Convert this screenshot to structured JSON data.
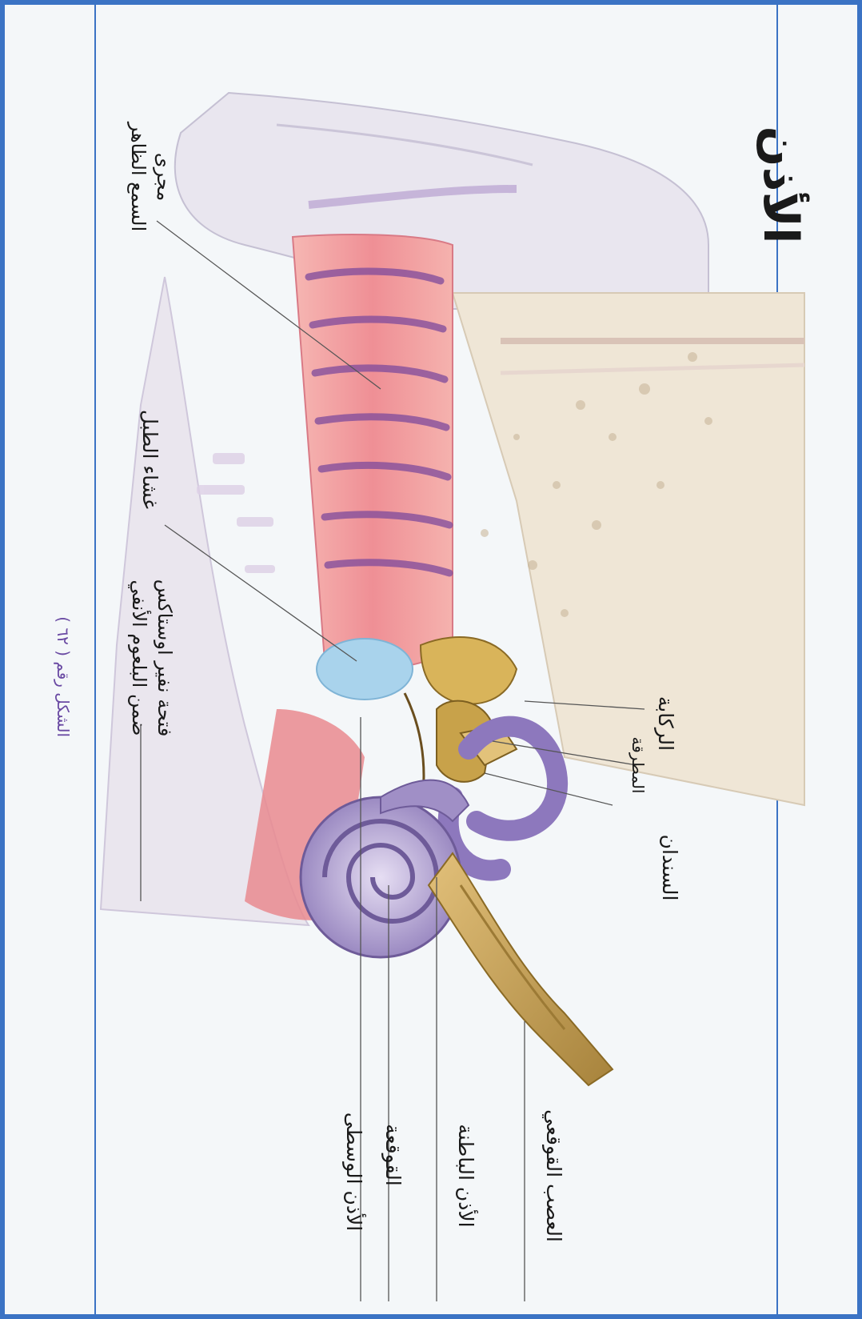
{
  "title": "الأذن",
  "labels": {
    "ear_canal_line1": "مجرى",
    "ear_canal_line2": "السمع الظاهر",
    "eardrum": "غشاء الطبل",
    "eustachian_line1": "فتحة نفير اوستاكس",
    "eustachian_line2": "ضمن البلعوم الأنفي",
    "stapes": "الركابة",
    "malleus": "المطرقة",
    "incus": "السندان",
    "auditory_nerve": "العصب القوقعي",
    "inner_ear": "الأذن الباطنة",
    "cochlea": "القوقعة",
    "middle_ear": "الأذن الوسطى"
  },
  "caption": "الشكل رقم ( ٦٢ )",
  "colors": {
    "frame": "#3b73c4",
    "canal": "#ef8f95",
    "canal_bands": "#7e4a9c",
    "cochlea": "#a08fc6",
    "nerve": "#c9a35a",
    "ossicles": "#d9b45a",
    "bone": "#efe6d6",
    "eardrum": "#a9d3ec",
    "caption": "#6a4aa3"
  }
}
